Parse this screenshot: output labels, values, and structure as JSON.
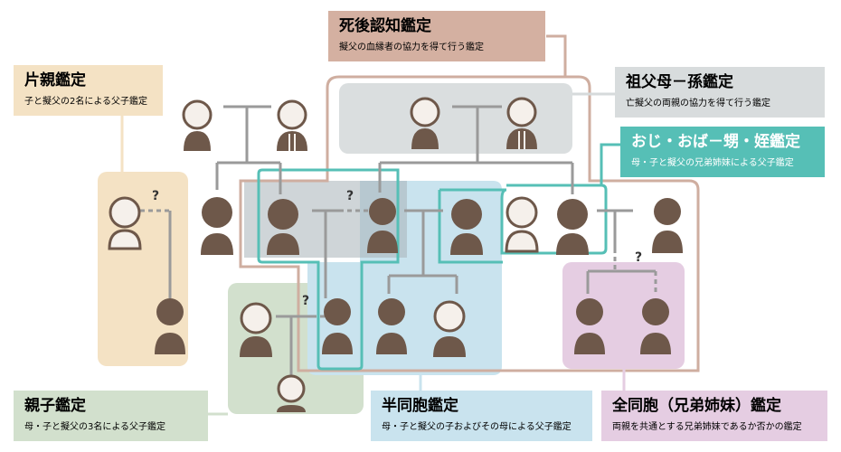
{
  "labels": {
    "postmortem": {
      "title": "死後認知鑑定",
      "desc": "擬父の血縁者の協力を得て行う鑑定",
      "color": "#d4b0a1"
    },
    "grandparent": {
      "title": "祖父母－孫鑑定",
      "desc": "亡擬父の両親の協力を得て行う鑑定",
      "color": "#d8dcdd"
    },
    "uncle_aunt": {
      "title": "おじ・おば－甥・姪鑑定",
      "desc": "母・子と擬父の兄弟姉妹による父子鑑定",
      "color": "#56bfb6"
    },
    "single_parent": {
      "title": "片親鑑定",
      "desc": "子と擬父の2名による父子鑑定",
      "color": "#f4e2c4"
    },
    "parent_child": {
      "title": "親子鑑定",
      "desc": "母・子と擬父の3名による父子鑑定",
      "color": "#d2e0cd"
    },
    "half_sibling": {
      "title": "半同胞鑑定",
      "desc": "母・子と擬父の子およびその母による父子鑑定",
      "color": "#c9e3ee"
    },
    "full_sibling": {
      "title": "全同胞（兄弟姉妹）鑑定",
      "desc": "両親を共通とする兄弟姉妹であるか否かの鑑定",
      "color": "#e5cde2"
    }
  },
  "question_mark": "?",
  "colors": {
    "person": "#6e584a",
    "line": "#9a9a9a",
    "postmortem_outline": "#cfaea0",
    "uncle_outline": "#56bfb6"
  }
}
